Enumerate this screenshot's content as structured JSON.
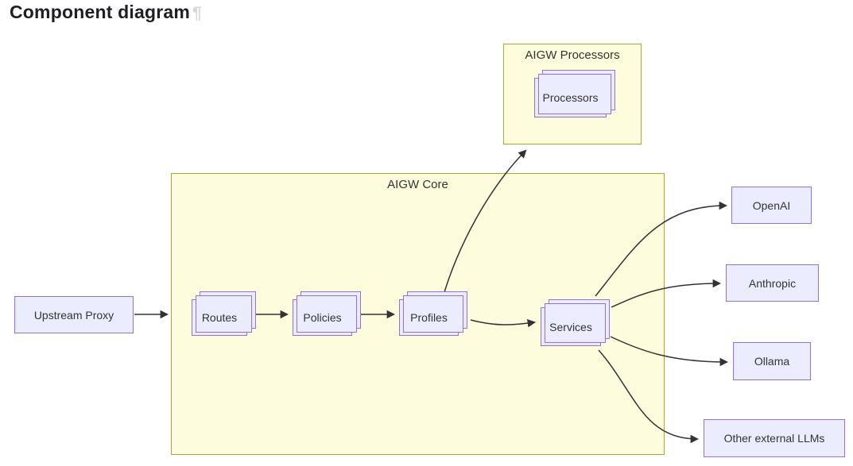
{
  "page": {
    "heading": "Component diagram",
    "anchor_mark": "¶"
  },
  "clusters": {
    "aigw_processors": {
      "title": "AIGW Processors"
    },
    "aigw_core": {
      "title": "AIGW Core"
    }
  },
  "nodes": {
    "upstream_proxy": "Upstream Proxy",
    "routes": "Routes",
    "policies": "Policies",
    "profiles": "Profiles",
    "services": "Services",
    "processors": "Processors",
    "openai": "OpenAI",
    "anthropic": "Anthropic",
    "ollama": "Ollama",
    "other_external_llms": "Other external LLMs"
  },
  "edges": [
    {
      "from": "Upstream Proxy",
      "to": "AIGW Core"
    },
    {
      "from": "Routes",
      "to": "Policies"
    },
    {
      "from": "Policies",
      "to": "Profiles"
    },
    {
      "from": "Profiles",
      "to": "Services"
    },
    {
      "from": "Profiles",
      "to": "AIGW Processors"
    },
    {
      "from": "Services",
      "to": "OpenAI"
    },
    {
      "from": "Services",
      "to": "Anthropic"
    },
    {
      "from": "Services",
      "to": "Ollama"
    },
    {
      "from": "Services",
      "to": "Other external LLMs"
    }
  ],
  "colors": {
    "cluster_fill": "#fdfdde",
    "cluster_border": "#aaaa33",
    "node_fill": "#ececff",
    "node_border": "#9370db",
    "edge": "#333333",
    "heading_text": "#1f1e24",
    "anchor_mark": "#d7d7d7"
  }
}
